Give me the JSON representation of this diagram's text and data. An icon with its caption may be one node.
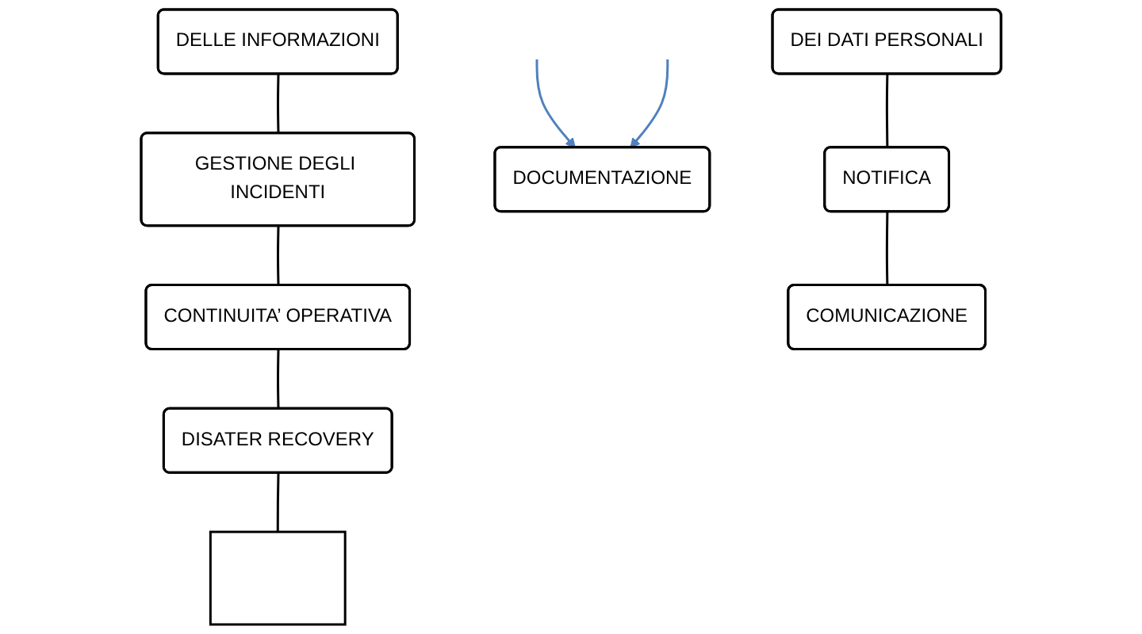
{
  "diagram": {
    "nodes": [
      {
        "text": [
          "DELLE INFORMAZIONI"
        ]
      },
      {
        "text": [
          "GESTIONE DEGLI INCIDENTI"
        ]
      },
      {
        "text": [
          "CONTINUITA’ OPERATIVA"
        ]
      },
      {
        "text": [
          "DISATER RECOVERY"
        ]
      },
      {
        "text": [],
        "shape": "box"
      },
      {
        "text": [
          "DOCUMENTAZIONE"
        ]
      },
      {
        "text": [
          "DEI DATI PERSONALI"
        ]
      },
      {
        "text": [
          "NOTIFICA"
        ]
      },
      {
        "text": [
          "COMUNICAZIONE"
        ]
      }
    ],
    "edges": [
      {
        "from": 0,
        "to": 1,
        "arrow": "none"
      },
      {
        "from": 1,
        "to": 2,
        "arrow": "none"
      },
      {
        "from": 2,
        "to": 3,
        "arrow": "none"
      },
      {
        "from": 3,
        "to": 4,
        "arrow": "none"
      },
      {
        "from": null,
        "to": 5,
        "arrow": "to",
        "color": "#4f81bd"
      },
      {
        "from": null,
        "to": 5,
        "arrow": "to",
        "color": "#4f81bd"
      },
      {
        "from": 6,
        "to": 7,
        "arrow": "none"
      },
      {
        "from": 7,
        "to": 8,
        "arrow": "none"
      }
    ]
  }
}
